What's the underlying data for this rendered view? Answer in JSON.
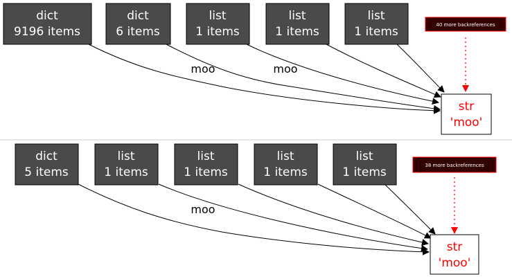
{
  "graphs": [
    {
      "nodes": [
        {
          "type": "dict",
          "count": "9196 items"
        },
        {
          "type": "dict",
          "count": "6 items"
        },
        {
          "type": "list",
          "count": "1 items"
        },
        {
          "type": "list",
          "count": "1 items"
        },
        {
          "type": "list",
          "count": "1 items"
        }
      ],
      "target": {
        "type": "str",
        "value": "'moo'"
      },
      "backrefs": "40 more backreferences",
      "edge_labels": [
        "moo",
        "moo"
      ]
    },
    {
      "nodes": [
        {
          "type": "dict",
          "count": "5 items"
        },
        {
          "type": "list",
          "count": "1 items"
        },
        {
          "type": "list",
          "count": "1 items"
        },
        {
          "type": "list",
          "count": "1 items"
        },
        {
          "type": "list",
          "count": "1 items"
        }
      ],
      "target": {
        "type": "str",
        "value": "'moo'"
      },
      "backrefs": "38 more backreferences",
      "edge_labels": [
        "moo"
      ]
    }
  ],
  "colors": {
    "node_fill": "#4a4a4a",
    "target_text": "#ff0000",
    "backref_fill": "#330000"
  }
}
